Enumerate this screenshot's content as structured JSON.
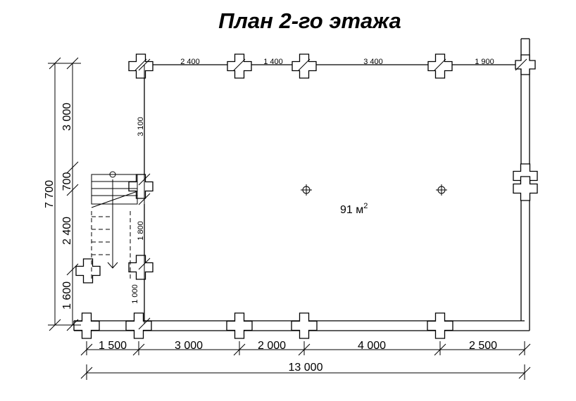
{
  "title": "План 2-го этажа",
  "area_label": "91 м",
  "area_sup": "2",
  "top_dims": [
    "2 400",
    "1 400",
    "3 400",
    "1 900"
  ],
  "bottom_dims": [
    "1 500",
    "3 000",
    "2 000",
    "4 000",
    "2 500"
  ],
  "overall_width": "13 000",
  "left_overall": "7 700",
  "left_dims": [
    "3 000",
    "700",
    "2 400",
    "1 600"
  ],
  "inner_dims": [
    "3 100",
    "1 800",
    "1 000"
  ]
}
